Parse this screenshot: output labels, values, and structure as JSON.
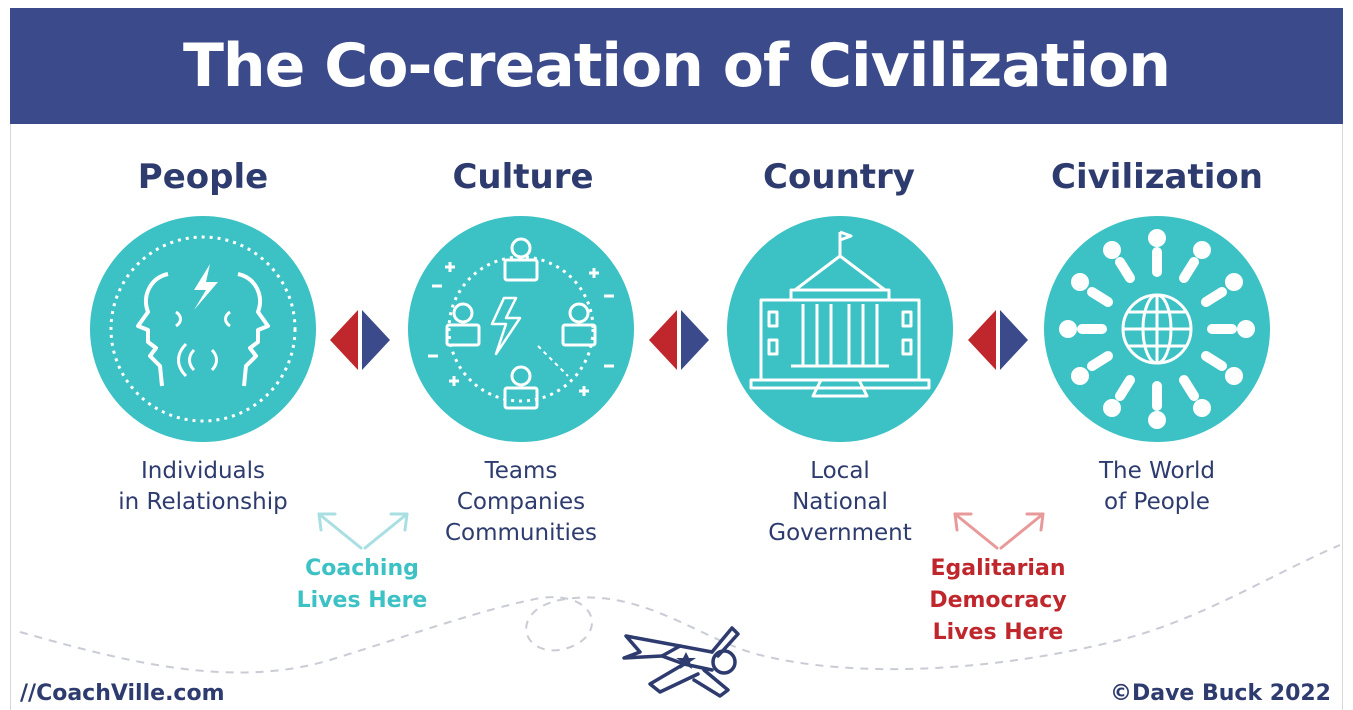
{
  "title": "The Co-creation of Civilization",
  "stages": [
    {
      "name": "People",
      "caption": [
        "Individuals",
        "in Relationship"
      ],
      "icon": "two-faces-talking-icon"
    },
    {
      "name": "Culture",
      "caption": [
        "Teams",
        "Companies",
        "Communities"
      ],
      "icon": "team-network-icon"
    },
    {
      "name": "Country",
      "caption": [
        "Local",
        "National",
        "Government"
      ],
      "icon": "government-building-icon"
    },
    {
      "name": "Civilization",
      "caption": [
        "The World",
        "of People"
      ],
      "icon": "people-around-globe-icon"
    }
  ],
  "notes": {
    "coaching": [
      "Coaching",
      "Lives Here"
    ],
    "democracy": [
      "Egalitarian",
      "Democracy",
      "Lives Here"
    ]
  },
  "footer": {
    "left": "//CoachVille.com",
    "right": "©Dave Buck 2022"
  },
  "colors": {
    "title_bar": "#3b4a8a",
    "text": "#2e3b6e",
    "circle": "#3cc1c5",
    "coaching": "#3cc1c5",
    "democracy": "#c0272d",
    "arrow_red": "#c0272d",
    "arrow_blue": "#3b4a8a"
  }
}
